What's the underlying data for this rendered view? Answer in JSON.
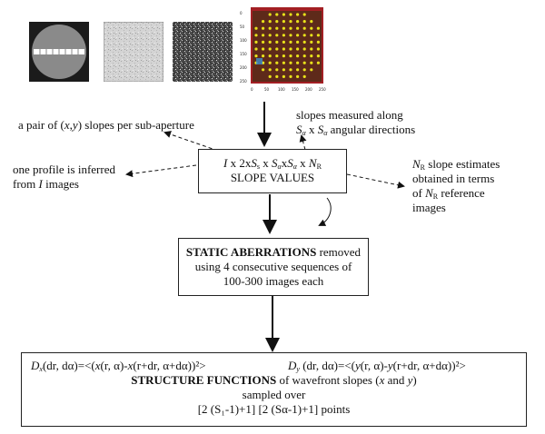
{
  "images": [
    {
      "name": "pupil-image",
      "description": "circular pupil with horizontal slit"
    },
    {
      "name": "speckle-image-light"
    },
    {
      "name": "speckle-image-dark"
    },
    {
      "name": "subaperture-grid-image",
      "ticks": [
        "0",
        "50",
        "100",
        "150",
        "200",
        "250"
      ],
      "dot_color": "#e8e21a",
      "frame_color": "#b02020"
    }
  ],
  "notes": {
    "left_top": {
      "pre": "a pair of (",
      "x": "x",
      "comma": ",",
      "y": "y",
      "post": ") slopes per sub-aperture"
    },
    "right_top": {
      "line1": "slopes measured along",
      "sa1": "S",
      "sa1_sub": "α",
      "mid": " x ",
      "sa2": "S",
      "sa2_sub": "α",
      "post": "  angular directions"
    },
    "left_mid": {
      "line1": "one profile is inferred",
      "line2_pre": "from ",
      "line2_var": "I",
      "line2_post": " images"
    },
    "right_mid": {
      "line1_var": "N",
      "line1_sub": "R",
      "line1_post": " slope estimates",
      "line2": "obtained in terms",
      "line3_pre": "of ",
      "line3_var": "N",
      "line3_sub": "R",
      "line3_post": " reference",
      "line4": "images"
    }
  },
  "slope_box": {
    "formula": {
      "I": "I",
      "x1": " x 2x",
      "S1": "S",
      "s1sub": "s",
      "x2": " x ",
      "S2": "S",
      "s2sub": "α",
      "x3": "x",
      "S3": "S",
      "s3sub": "α",
      "x4": " x ",
      "N": "N",
      "nsub": "R"
    },
    "label": "SLOPE VALUES"
  },
  "static_box": {
    "line1_bold": "STATIC ABERRATIONS",
    "line1_rest": " removed",
    "line2": "using 4 consecutive sequences of",
    "line3": "100-300 images each"
  },
  "structure_box": {
    "dx": {
      "D": "D",
      "sub": "x",
      "args": "(dr, dα)=<(",
      "x1": "x",
      "r1": "(r, α)-",
      "x2": "x",
      "r2": "(r+dr, α+dα))²>"
    },
    "dy": {
      "D": "D",
      "sub": "y",
      "args": " (dr, dα)=<(",
      "y1": "y",
      "r1": "(r, α)-",
      "y2": "y",
      "r2": "(r+dr, α+dα))²>"
    },
    "line2_bold": "STRUCTURE FUNCTIONS",
    "line2_pre": " of wavefront slopes (",
    "line2_x": "x",
    "line2_and": " and ",
    "line2_y": "y",
    "line2_post": ")",
    "line3": "sampled over",
    "line4": "[2 (S₁-1)+1] [2 (Sα-1)+1] points"
  }
}
